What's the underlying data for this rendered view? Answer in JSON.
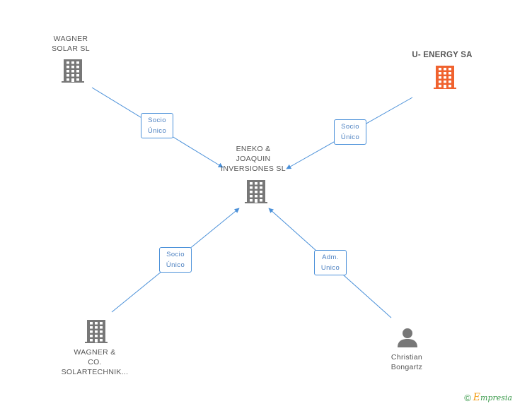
{
  "nodes": {
    "wagner_solar": {
      "lines": [
        "WAGNER",
        "SOLAR SL"
      ],
      "icon": "building-icon",
      "color": "#777777"
    },
    "u_energy": {
      "lines": [
        "U- ENERGY SA"
      ],
      "icon": "building-icon",
      "color": "#f0622e"
    },
    "eneko": {
      "lines": [
        "ENEKO &",
        "JOAQUIN",
        "INVERSIONES SL"
      ],
      "icon": "building-icon",
      "color": "#777777"
    },
    "wagner_co": {
      "lines": [
        "WAGNER &",
        "CO.",
        "SOLARTECHNIK..."
      ],
      "icon": "building-icon",
      "color": "#777777"
    },
    "christian": {
      "lines": [
        "Christian",
        "Bongartz"
      ],
      "icon": "person-icon",
      "color": "#777777"
    }
  },
  "edges": {
    "wagner_solar": {
      "lines": [
        "Socio",
        "Único"
      ]
    },
    "u_energy": {
      "lines": [
        "Socio",
        "Único"
      ]
    },
    "wagner_co": {
      "lines": [
        "Socio",
        "Único"
      ]
    },
    "christian": {
      "lines": [
        "Adm.",
        "Unico"
      ]
    }
  },
  "colors": {
    "edge": "#4a90d9",
    "node_default": "#777777",
    "node_focus": "#f0622e"
  },
  "footer": {
    "copyright_symbol": "©",
    "brand_first": "E",
    "brand_rest": "mpresia"
  }
}
